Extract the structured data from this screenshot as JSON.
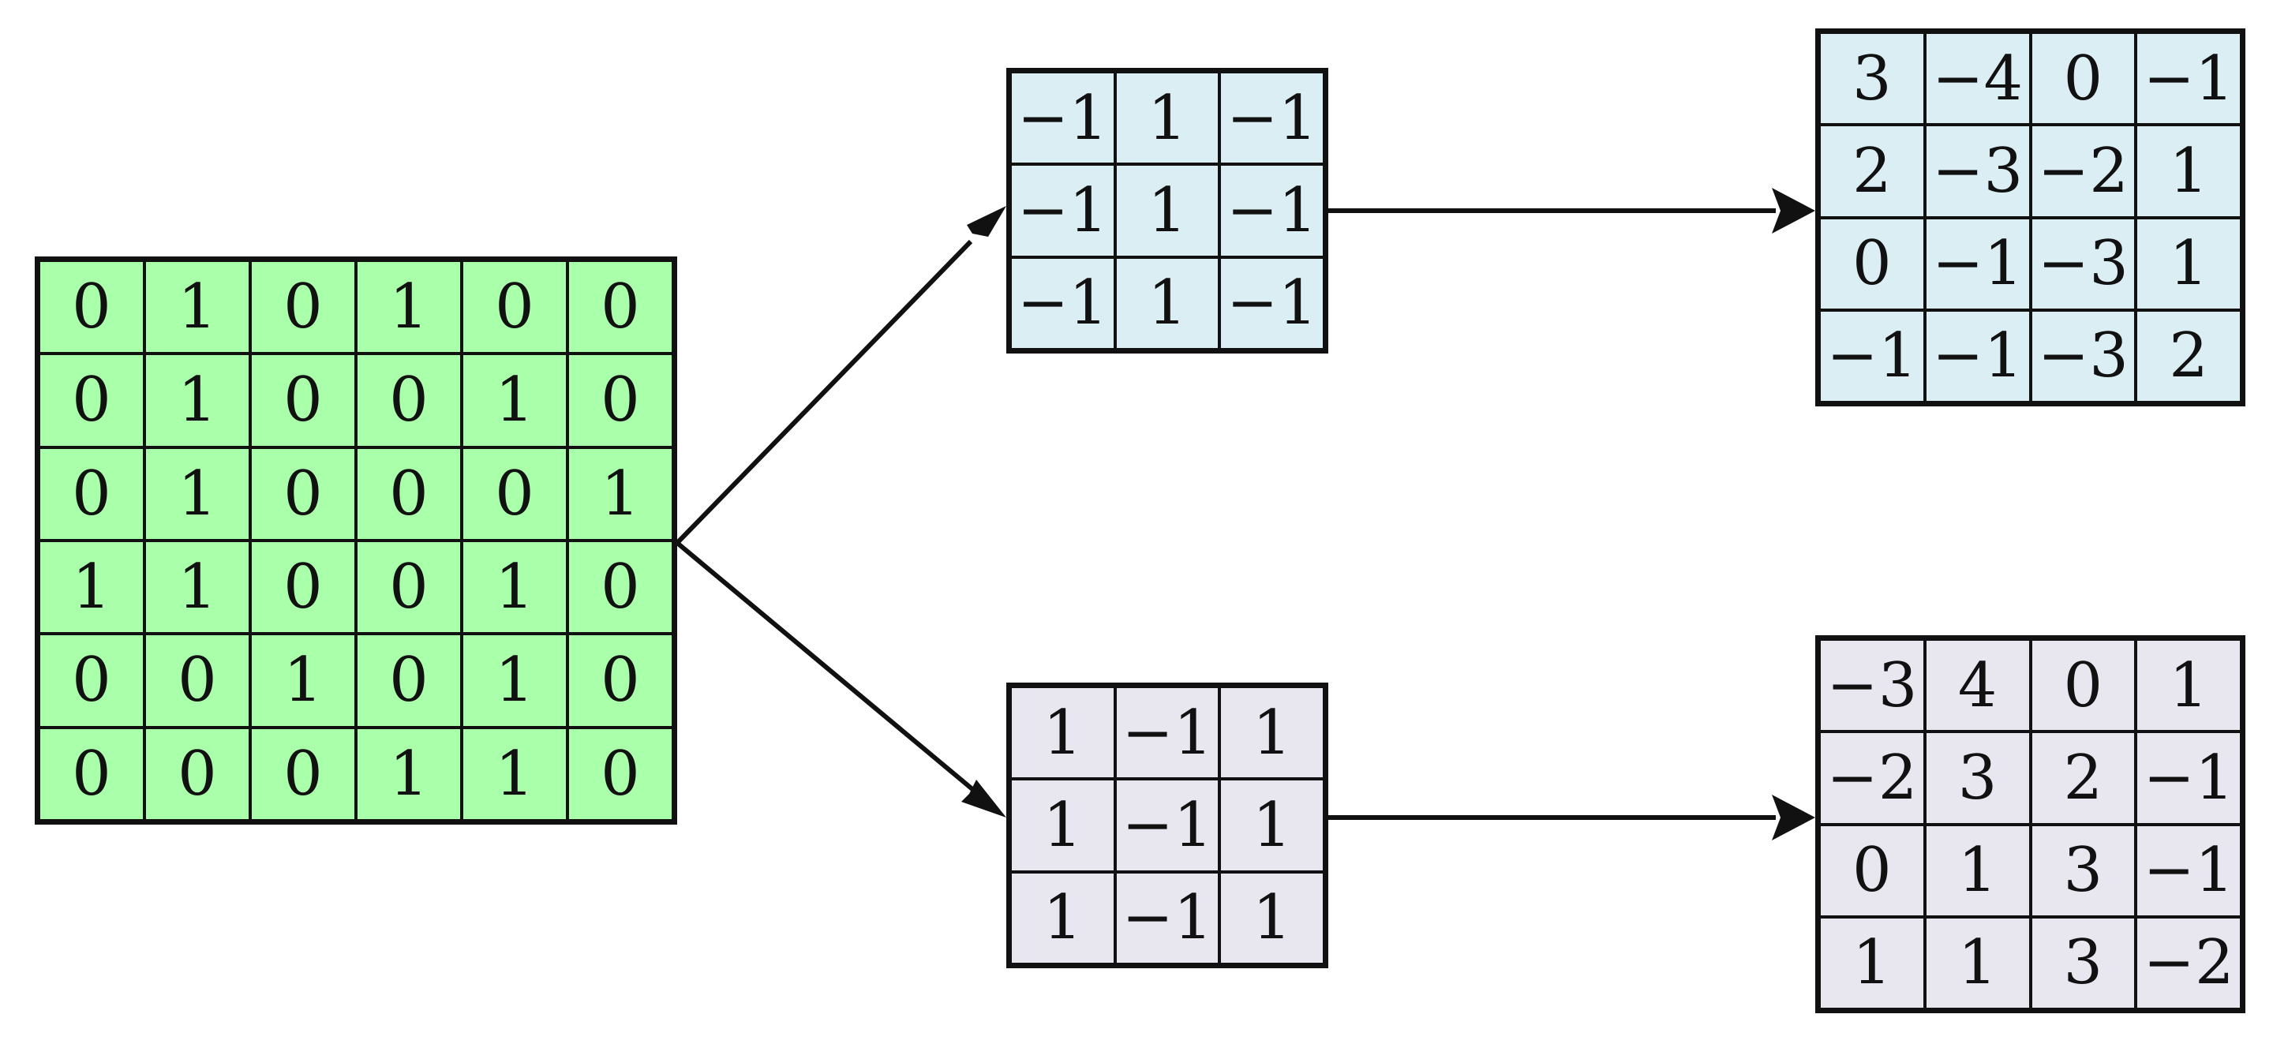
{
  "colors": {
    "input_fill": "#aaffaa",
    "top_fill": "#daeef3",
    "bottom_fill": "#e8e6ef",
    "line": "#111111"
  },
  "input": {
    "rows": [
      [
        "0",
        "1",
        "0",
        "1",
        "0",
        "0"
      ],
      [
        "0",
        "1",
        "0",
        "0",
        "1",
        "0"
      ],
      [
        "0",
        "1",
        "0",
        "0",
        "0",
        "1"
      ],
      [
        "1",
        "1",
        "0",
        "0",
        "1",
        "0"
      ],
      [
        "0",
        "0",
        "1",
        "0",
        "1",
        "0"
      ],
      [
        "0",
        "0",
        "0",
        "1",
        "1",
        "0"
      ]
    ]
  },
  "kernel_top": {
    "rows": [
      [
        "−1",
        "1",
        "−1"
      ],
      [
        "−1",
        "1",
        "−1"
      ],
      [
        "−1",
        "1",
        "−1"
      ]
    ]
  },
  "kernel_bottom": {
    "rows": [
      [
        "1",
        "−1",
        "1"
      ],
      [
        "1",
        "−1",
        "1"
      ],
      [
        "1",
        "−1",
        "1"
      ]
    ]
  },
  "output_top": {
    "rows": [
      [
        "3",
        "−4",
        "0",
        "−1"
      ],
      [
        "2",
        "−3",
        "−2",
        "1"
      ],
      [
        "0",
        "−1",
        "−3",
        "1"
      ],
      [
        "−1",
        "−1",
        "−3",
        "2"
      ]
    ]
  },
  "output_bottom": {
    "rows": [
      [
        "−3",
        "4",
        "0",
        "1"
      ],
      [
        "−2",
        "3",
        "2",
        "−1"
      ],
      [
        "0",
        "1",
        "3",
        "−1"
      ],
      [
        "1",
        "1",
        "3",
        "−2"
      ]
    ]
  }
}
